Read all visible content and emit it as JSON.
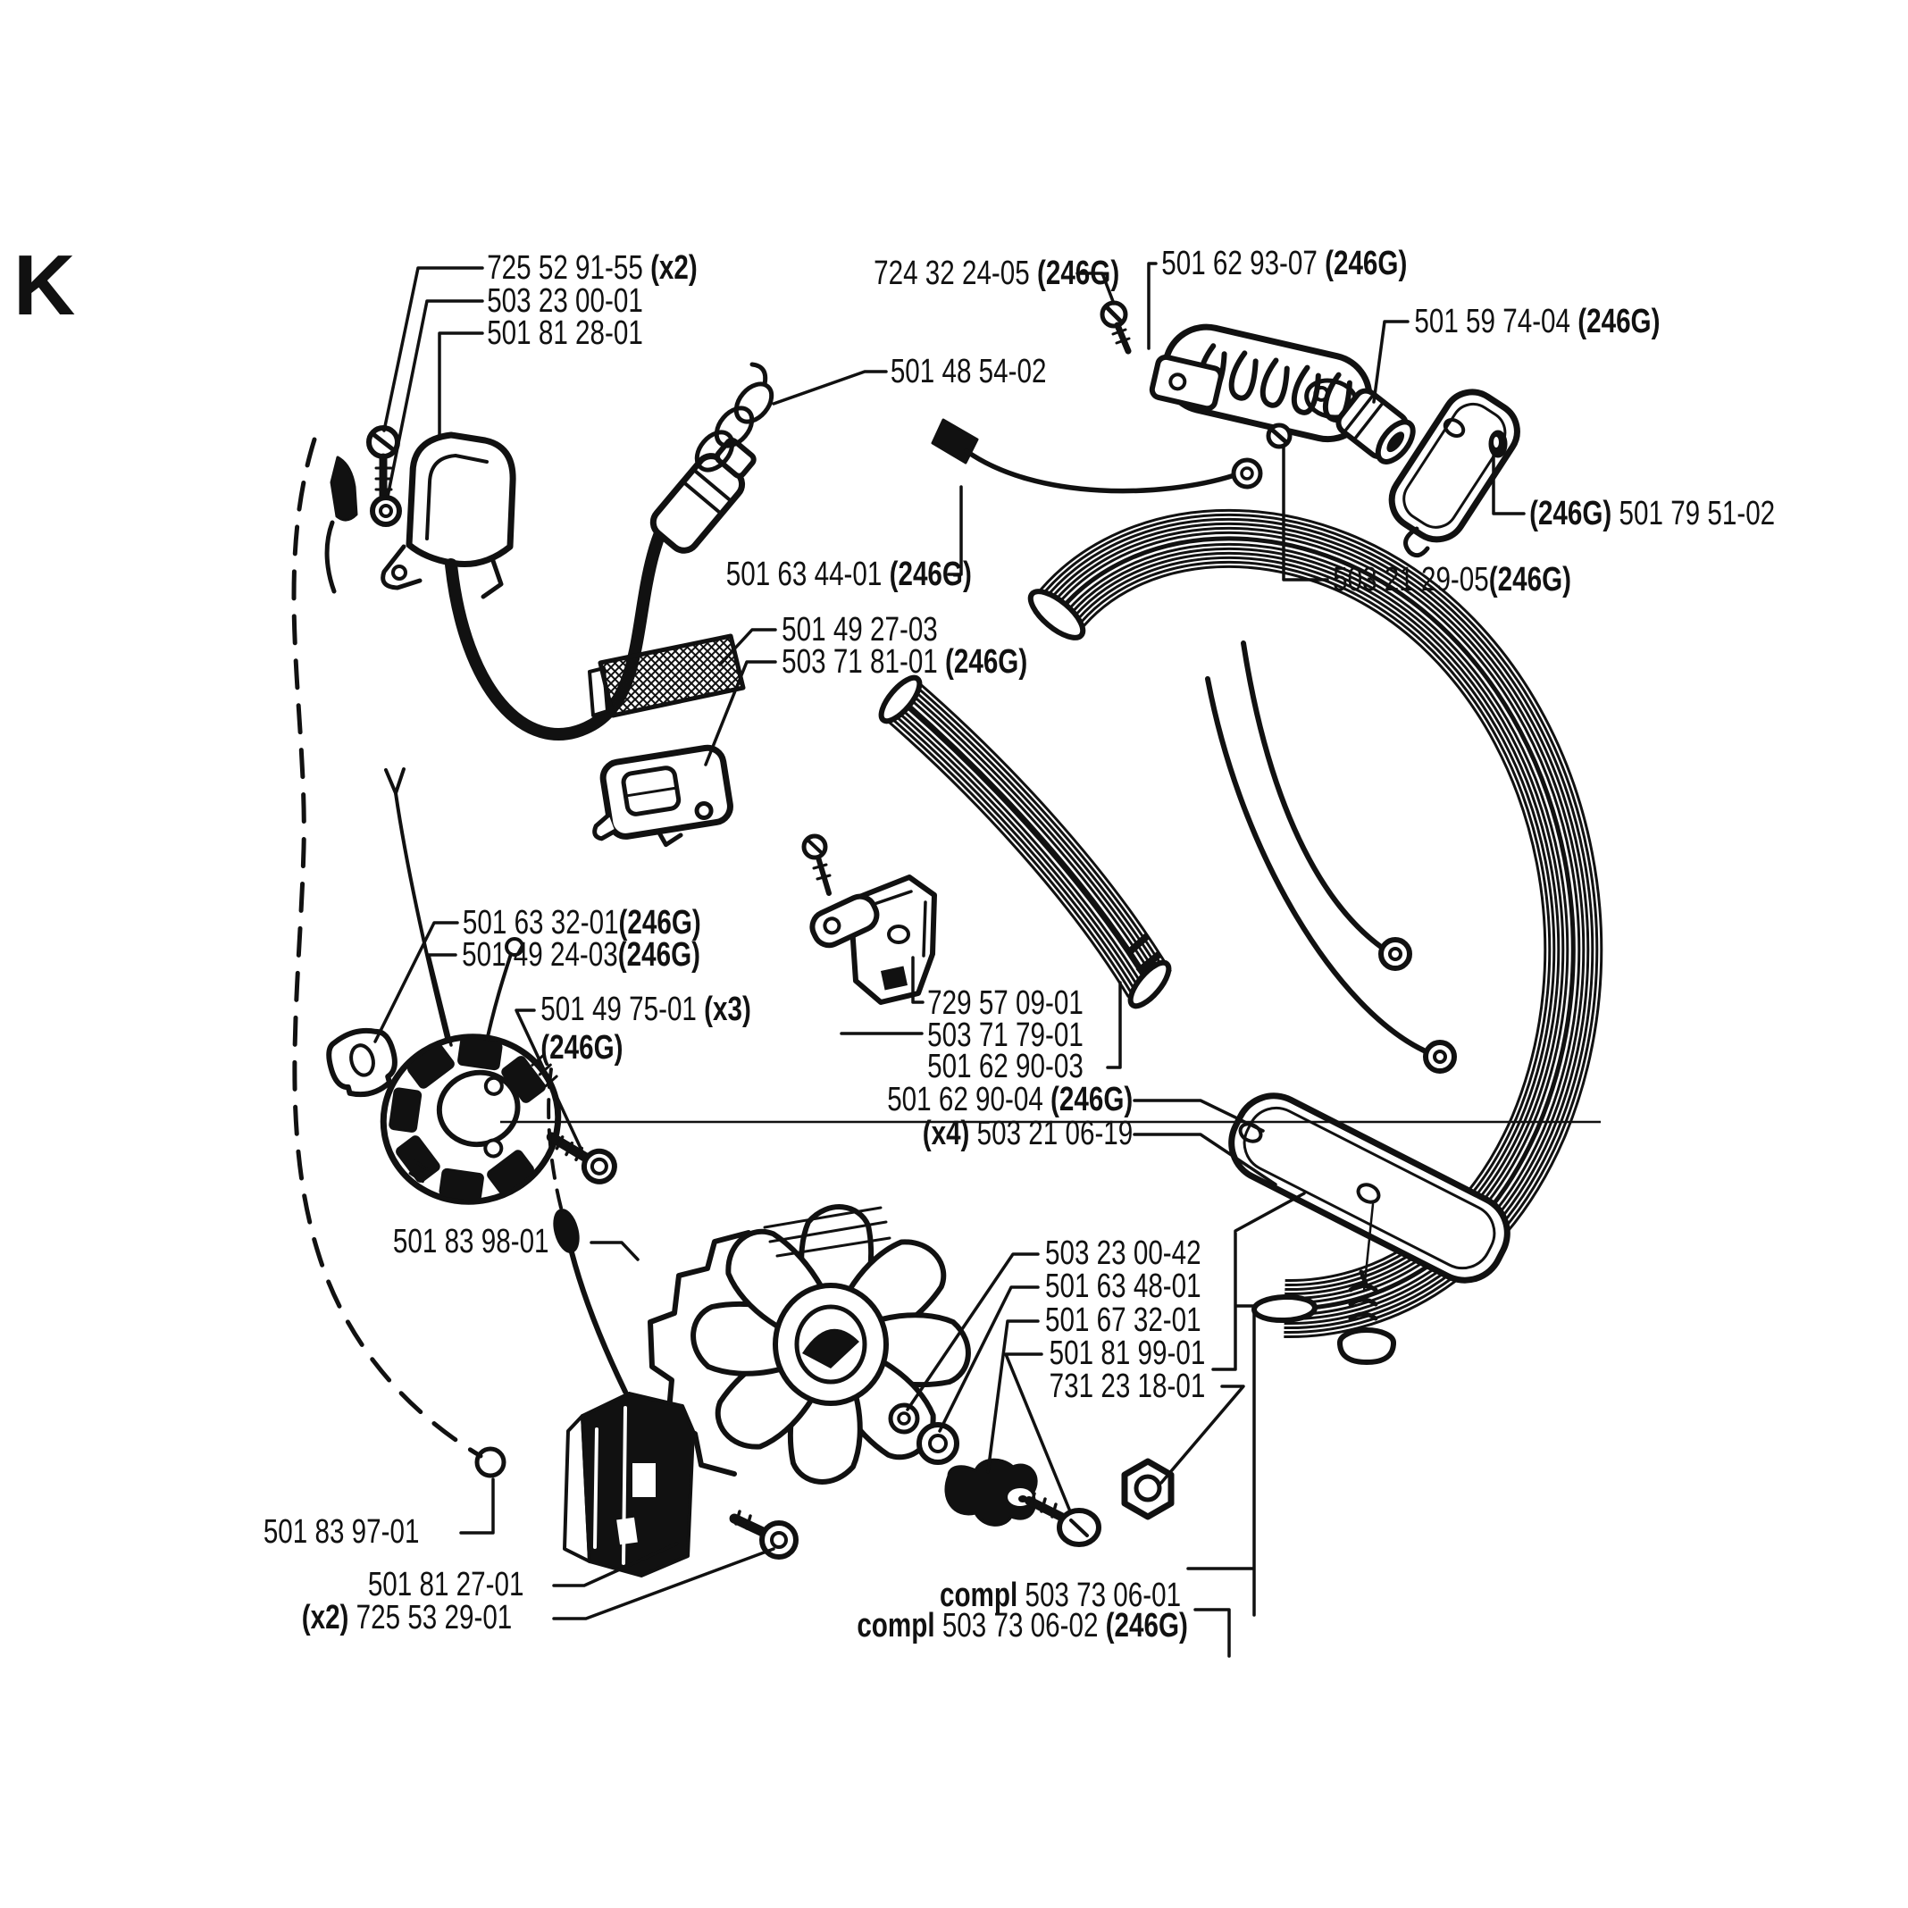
{
  "page": {
    "section_key": "K",
    "type": "exploded-parts-diagram",
    "line_color": "#111111",
    "background": "#ffffff"
  },
  "labels": [
    {
      "id": 0,
      "s1": "K"
    },
    {
      "id": 1,
      "s1": "725 52 91-55 ",
      "s2": "(x2)"
    },
    {
      "id": 2,
      "s1": "503 23 00-01"
    },
    {
      "id": 3,
      "s1": "501 81 28-01"
    },
    {
      "id": 4,
      "s1": "501 48 54-02"
    },
    {
      "id": 5,
      "s1": "724 32 24-05 ",
      "s2": "(246G)"
    },
    {
      "id": 6,
      "s1": "501 62 93-07 ",
      "s2": "(246G)"
    },
    {
      "id": 7,
      "s1": "501 59 74-04 ",
      "s2": "(246G)"
    },
    {
      "id": 8,
      "s1": "(246G)",
      "s2": " 501 79 51-02"
    },
    {
      "id": 9,
      "s1": "501 63 44-01 ",
      "s2": "(246G)"
    },
    {
      "id": 10,
      "s1": "503 21 29-05",
      "s2": "(246G)"
    },
    {
      "id": 11,
      "s1": "501 49 27-03"
    },
    {
      "id": 12,
      "s1": "503 71 81-01 ",
      "s2": "(246G)"
    },
    {
      "id": 13,
      "s1": "501 63 32-01",
      "s2": "(246G)"
    },
    {
      "id": 14,
      "s1": "501 49 24-03",
      "s2": "(246G)"
    },
    {
      "id": 15,
      "s1": "501 49 75-01 ",
      "s2": "(x3)"
    },
    {
      "id": 16,
      "s1": "(246G)"
    },
    {
      "id": 17,
      "s1": "729 57 09-01"
    },
    {
      "id": 18,
      "s1": "503 71 79-01"
    },
    {
      "id": 19,
      "s1": "501 62 90-03"
    },
    {
      "id": 20,
      "s1": "501 62 90-04 ",
      "s2": "(246G)"
    },
    {
      "id": 21,
      "s1": "(x4)",
      "s2": " 503 21 06-19"
    },
    {
      "id": 22,
      "s1": "501 83 98-01"
    },
    {
      "id": 23,
      "s1": "503 23 00-42"
    },
    {
      "id": 24,
      "s1": "501 63 48-01"
    },
    {
      "id": 25,
      "s1": "501 67 32-01"
    },
    {
      "id": 26,
      "s1": "501 81 99-01"
    },
    {
      "id": 27,
      "s1": "731 23 18-01"
    },
    {
      "id": 28,
      "s1": "501 83 97-01"
    },
    {
      "id": 29,
      "s1": "501 81 27-01"
    },
    {
      "id": 30,
      "s1": "(x2)",
      "s2": " 725 53 29-01"
    },
    {
      "id": 31,
      "s1": "compl",
      "s2": " 503 73 06-01"
    },
    {
      "id": 32,
      "s1": "compl",
      "s2": " 503 73 06-02 ",
      "s3": "(246G)"
    }
  ]
}
